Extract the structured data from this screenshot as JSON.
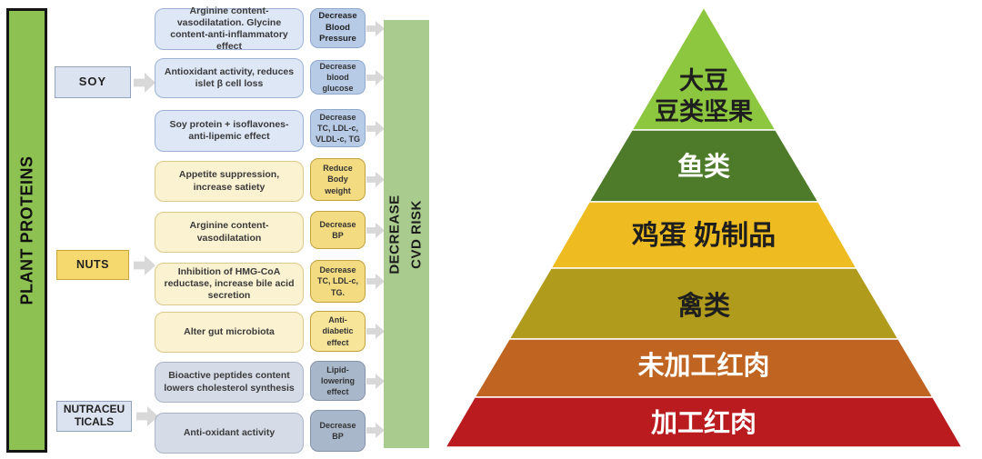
{
  "flowchart": {
    "left_bar_label": "PLANT PROTEINS",
    "right_bar_label_line1": "DECREASE",
    "right_bar_label_line2": "CVD RISK",
    "categories": {
      "soy": {
        "label": "SOY"
      },
      "nuts": {
        "label": "NUTS"
      },
      "nutraceuticals": {
        "line1": "NUTRACEU",
        "line2": "TICALS"
      }
    },
    "rows": [
      {
        "group": "soy",
        "mechanism": "Arginine content-vasodilatation. Glycine content-anti-inflammatory effect",
        "outcome": "Decrease Blood Pressure"
      },
      {
        "group": "soy",
        "mechanism": "Antioxidant activity, reduces islet β cell loss",
        "outcome": "Decrease blood glucose"
      },
      {
        "group": "soy",
        "mechanism": "Soy protein + isoflavones-anti-lipemic effect",
        "outcome": "Decrease TC, LDL-c, VLDL-c, TG"
      },
      {
        "group": "nuts",
        "mechanism": "Appetite suppression, increase satiety",
        "outcome": "Reduce Body weight"
      },
      {
        "group": "nuts",
        "mechanism": "Arginine content-vasodilatation",
        "outcome": "Decrease BP"
      },
      {
        "group": "nuts",
        "mechanism": "Inhibition of HMG-CoA reductase, increase bile acid secretion",
        "outcome": "Decrease TC, LDL-c, TG."
      },
      {
        "group": "nuts",
        "mechanism": "Alter gut microbiota",
        "outcome": "Anti-diabetic effect"
      },
      {
        "group": "nutra",
        "mechanism": "Bioactive peptides content lowers cholesterol synthesis",
        "outcome": "Lipid-lowering effect"
      },
      {
        "group": "nutra",
        "mechanism": "Anti-oxidant activity",
        "outcome": "Decrease BP"
      }
    ]
  },
  "pyramid": {
    "levels": [
      {
        "lines": [
          "大豆",
          "豆类坚果"
        ],
        "color": "#8dc63f",
        "text_color": "#1e1e1e"
      },
      {
        "lines": [
          "鱼类"
        ],
        "color": "#4e7b2a",
        "text_color": "#ffffff"
      },
      {
        "lines": [
          "鸡蛋 奶制品"
        ],
        "color": "#eebc20",
        "text_color": "#1e1e1e"
      },
      {
        "lines": [
          "禽类"
        ],
        "color": "#b09b1c",
        "text_color": "#1e1e1e"
      },
      {
        "lines": [
          "未加工红肉"
        ],
        "color": "#c06421",
        "text_color": "#ffffff"
      },
      {
        "lines": [
          "加工红肉"
        ],
        "color": "#ba1b1e",
        "text_color": "#ffffff"
      }
    ]
  },
  "colors": {
    "plant_bar": "#8dc152",
    "cvd_bar": "#a9cb8d",
    "soy_box_fill": "#dde7f5",
    "soy_outcome_fill": "#b7cbe7",
    "nuts_box_fill": "#fbf2d1",
    "nuts_outcome_fill": "#f3db82",
    "nutra_box_fill": "#d5dce8",
    "nutra_outcome_fill": "#a9b7cb",
    "arrow": "#d8d8d8"
  }
}
